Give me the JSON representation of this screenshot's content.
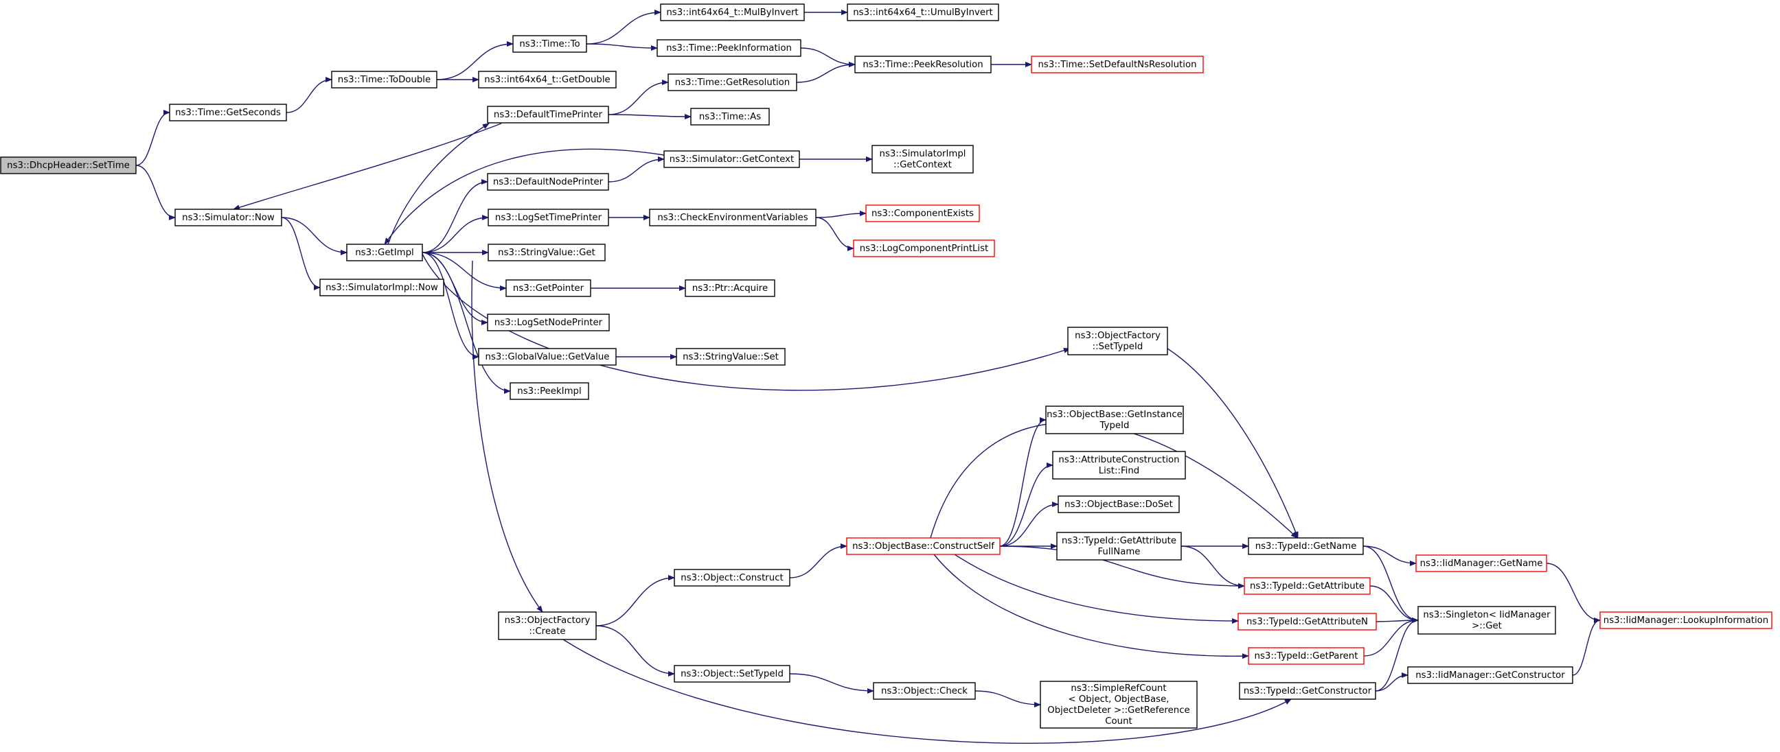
{
  "colors": {
    "edge": "#191970",
    "node_border_default": "#000000",
    "node_border_truncated": "#ff0000",
    "root_fill": "#bfbfbf",
    "node_fill": "#ffffff"
  },
  "nodes": [
    {
      "id": "settime",
      "lines": [
        "ns3::DhcpHeader::SetTime"
      ],
      "style": "root"
    },
    {
      "id": "getseconds",
      "lines": [
        "ns3::Time::GetSeconds"
      ],
      "style": "normal"
    },
    {
      "id": "simnow",
      "lines": [
        "ns3::Simulator::Now"
      ],
      "style": "normal"
    },
    {
      "id": "todouble",
      "lines": [
        "ns3::Time::ToDouble"
      ],
      "style": "normal"
    },
    {
      "id": "timeto",
      "lines": [
        "ns3::Time::To"
      ],
      "style": "normal"
    },
    {
      "id": "i64getdouble",
      "lines": [
        "ns3::int64x64_t::GetDouble"
      ],
      "style": "normal"
    },
    {
      "id": "mulbyinvert",
      "lines": [
        "ns3::int64x64_t::MulByInvert"
      ],
      "style": "normal"
    },
    {
      "id": "umulbyinvert",
      "lines": [
        "ns3::int64x64_t::UmulByInvert"
      ],
      "style": "normal"
    },
    {
      "id": "peekinfo",
      "lines": [
        "ns3::Time::PeekInformation"
      ],
      "style": "normal"
    },
    {
      "id": "peekres",
      "lines": [
        "ns3::Time::PeekResolution"
      ],
      "style": "normal"
    },
    {
      "id": "setdefres",
      "lines": [
        "ns3::Time::SetDefaultNsResolution"
      ],
      "style": "truncated"
    },
    {
      "id": "getres",
      "lines": [
        "ns3::Time::GetResolution"
      ],
      "style": "normal"
    },
    {
      "id": "timeas",
      "lines": [
        "ns3::Time::As"
      ],
      "style": "normal"
    },
    {
      "id": "deftimeprinter",
      "lines": [
        "ns3::DefaultTimePrinter"
      ],
      "style": "normal"
    },
    {
      "id": "simgetcontext",
      "lines": [
        "ns3::Simulator::GetContext"
      ],
      "style": "normal"
    },
    {
      "id": "simimplgetcontext",
      "lines": [
        "ns3::SimulatorImpl",
        "::GetContext"
      ],
      "style": "normal"
    },
    {
      "id": "defnodeprinter",
      "lines": [
        "ns3::DefaultNodePrinter"
      ],
      "style": "normal"
    },
    {
      "id": "getimpl",
      "lines": [
        "ns3::GetImpl"
      ],
      "style": "normal"
    },
    {
      "id": "logsettimeprinter",
      "lines": [
        "ns3::LogSetTimePrinter"
      ],
      "style": "normal"
    },
    {
      "id": "checkenv",
      "lines": [
        "ns3::CheckEnvironmentVariables"
      ],
      "style": "normal"
    },
    {
      "id": "compexists",
      "lines": [
        "ns3::ComponentExists"
      ],
      "style": "truncated"
    },
    {
      "id": "logcompprint",
      "lines": [
        "ns3::LogComponentPrintList"
      ],
      "style": "truncated"
    },
    {
      "id": "strvalget",
      "lines": [
        "ns3::StringValue::Get"
      ],
      "style": "normal"
    },
    {
      "id": "getpointer",
      "lines": [
        "ns3::GetPointer"
      ],
      "style": "normal"
    },
    {
      "id": "ptracquire",
      "lines": [
        "ns3::Ptr::Acquire"
      ],
      "style": "normal"
    },
    {
      "id": "simimplnow",
      "lines": [
        "ns3::SimulatorImpl::Now"
      ],
      "style": "normal"
    },
    {
      "id": "logsetnodeprinter",
      "lines": [
        "ns3::LogSetNodePrinter"
      ],
      "style": "normal"
    },
    {
      "id": "ofsettypeid",
      "lines": [
        "ns3::ObjectFactory",
        "::SetTypeId"
      ],
      "style": "normal"
    },
    {
      "id": "gvgetvalue",
      "lines": [
        "ns3::GlobalValue::GetValue"
      ],
      "style": "normal"
    },
    {
      "id": "strvalset",
      "lines": [
        "ns3::StringValue::Set"
      ],
      "style": "normal"
    },
    {
      "id": "peekimpl",
      "lines": [
        "ns3::PeekImpl"
      ],
      "style": "normal"
    },
    {
      "id": "obgetinstance",
      "lines": [
        "ns3::ObjectBase::GetInstance",
        "TypeId"
      ],
      "style": "normal"
    },
    {
      "id": "acfind",
      "lines": [
        "ns3::AttributeConstruction",
        "List::Find"
      ],
      "style": "normal"
    },
    {
      "id": "obdoset",
      "lines": [
        "ns3::ObjectBase::DoSet"
      ],
      "style": "normal"
    },
    {
      "id": "obconstructself",
      "lines": [
        "ns3::ObjectBase::ConstructSelf"
      ],
      "style": "truncated"
    },
    {
      "id": "tidgetattrfull",
      "lines": [
        "ns3::TypeId::GetAttribute",
        "FullName"
      ],
      "style": "normal"
    },
    {
      "id": "tidgetname",
      "lines": [
        "ns3::TypeId::GetName"
      ],
      "style": "normal"
    },
    {
      "id": "iidgetname",
      "lines": [
        "ns3::IidManager::GetName"
      ],
      "style": "truncated"
    },
    {
      "id": "tidgetattr",
      "lines": [
        "ns3::TypeId::GetAttribute"
      ],
      "style": "truncated"
    },
    {
      "id": "objconstruct",
      "lines": [
        "ns3::Object::Construct"
      ],
      "style": "normal"
    },
    {
      "id": "ofcreate",
      "lines": [
        "ns3::ObjectFactory",
        "::Create"
      ],
      "style": "normal"
    },
    {
      "id": "singleton",
      "lines": [
        "ns3::Singleton< IidManager",
        ">::Get"
      ],
      "style": "normal"
    },
    {
      "id": "iidlookup",
      "lines": [
        "ns3::IidManager::LookupInformation"
      ],
      "style": "truncated"
    },
    {
      "id": "tidgetattrn",
      "lines": [
        "ns3::TypeId::GetAttributeN"
      ],
      "style": "truncated"
    },
    {
      "id": "tidgetparent",
      "lines": [
        "ns3::TypeId::GetParent"
      ],
      "style": "truncated"
    },
    {
      "id": "objsettypeid",
      "lines": [
        "ns3::Object::SetTypeId"
      ],
      "style": "normal"
    },
    {
      "id": "iidgetconstructor",
      "lines": [
        "ns3::IidManager::GetConstructor"
      ],
      "style": "normal"
    },
    {
      "id": "tidgetconstructor",
      "lines": [
        "ns3::TypeId::GetConstructor"
      ],
      "style": "normal"
    },
    {
      "id": "objcheck",
      "lines": [
        "ns3::Object::Check"
      ],
      "style": "normal"
    },
    {
      "id": "simplerefcount",
      "lines": [
        "ns3::SimpleRefCount",
        "< Object, ObjectBase,",
        "ObjectDeleter >::GetReference",
        "Count"
      ],
      "style": "normal"
    }
  ],
  "edges": [
    [
      "settime",
      "getseconds"
    ],
    [
      "settime",
      "simnow"
    ],
    [
      "getseconds",
      "todouble"
    ],
    [
      "todouble",
      "timeto"
    ],
    [
      "todouble",
      "i64getdouble"
    ],
    [
      "timeto",
      "mulbyinvert"
    ],
    [
      "timeto",
      "peekinfo"
    ],
    [
      "mulbyinvert",
      "umulbyinvert"
    ],
    [
      "peekinfo",
      "peekres"
    ],
    [
      "peekres",
      "setdefres"
    ],
    [
      "getres",
      "peekres"
    ],
    [
      "deftimeprinter",
      "getres"
    ],
    [
      "deftimeprinter",
      "timeas"
    ],
    [
      "deftimeprinter",
      "simnow"
    ],
    [
      "simnow",
      "getimpl"
    ],
    [
      "simnow",
      "simimplnow"
    ],
    [
      "simgetcontext",
      "simimplgetcontext"
    ],
    [
      "simgetcontext",
      "getimpl"
    ],
    [
      "defnodeprinter",
      "simgetcontext"
    ],
    [
      "getimpl",
      "deftimeprinter"
    ],
    [
      "getimpl",
      "defnodeprinter"
    ],
    [
      "getimpl",
      "logsettimeprinter"
    ],
    [
      "getimpl",
      "strvalget"
    ],
    [
      "getimpl",
      "getpointer"
    ],
    [
      "getimpl",
      "logsetnodeprinter"
    ],
    [
      "getimpl",
      "gvgetvalue"
    ],
    [
      "getimpl",
      "peekimpl"
    ],
    [
      "getimpl",
      "ofsettypeid"
    ],
    [
      "getimpl",
      "ofcreate"
    ],
    [
      "logsettimeprinter",
      "checkenv"
    ],
    [
      "checkenv",
      "compexists"
    ],
    [
      "checkenv",
      "logcompprint"
    ],
    [
      "getpointer",
      "ptracquire"
    ],
    [
      "gvgetvalue",
      "strvalset"
    ],
    [
      "ofsettypeid",
      "tidgetname"
    ],
    [
      "ofcreate",
      "objconstruct"
    ],
    [
      "ofcreate",
      "objsettypeid"
    ],
    [
      "ofcreate",
      "tidgetconstructor"
    ],
    [
      "objconstruct",
      "obconstructself"
    ],
    [
      "obconstructself",
      "obgetinstance"
    ],
    [
      "obconstructself",
      "acfind"
    ],
    [
      "obconstructself",
      "obdoset"
    ],
    [
      "obconstructself",
      "tidgetattrfull"
    ],
    [
      "obconstructself",
      "tidgetname"
    ],
    [
      "obconstructself",
      "tidgetattr"
    ],
    [
      "obconstructself",
      "tidgetattrn"
    ],
    [
      "obconstructself",
      "tidgetparent"
    ],
    [
      "tidgetattrfull",
      "tidgetname"
    ],
    [
      "tidgetattrfull",
      "tidgetattr"
    ],
    [
      "tidgetname",
      "iidgetname"
    ],
    [
      "tidgetname",
      "singleton"
    ],
    [
      "iidgetname",
      "iidlookup"
    ],
    [
      "tidgetattr",
      "singleton"
    ],
    [
      "tidgetattrn",
      "singleton"
    ],
    [
      "tidgetparent",
      "singleton"
    ],
    [
      "tidgetconstructor",
      "singleton"
    ],
    [
      "tidgetconstructor",
      "iidgetconstructor"
    ],
    [
      "iidgetconstructor",
      "iidlookup"
    ],
    [
      "objsettypeid",
      "objcheck"
    ],
    [
      "objcheck",
      "simplerefcount"
    ]
  ]
}
